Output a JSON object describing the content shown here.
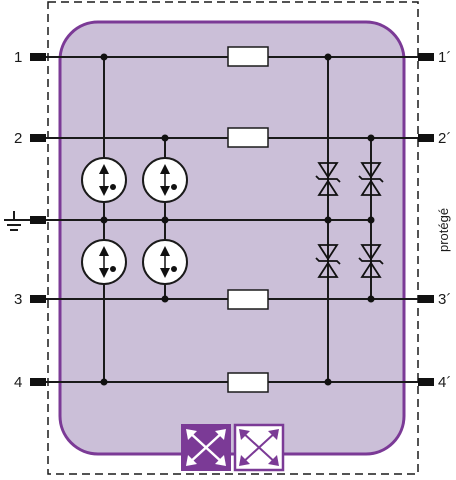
{
  "colors": {
    "module_fill": "#cbbfd8",
    "module_border": "#7b3a96",
    "accent": "#7b3a96",
    "wire": "#1a1a1a",
    "resistor_fill": "#ffffff",
    "gas_tube_fill": "#ffffff"
  },
  "terminals": {
    "left": [
      "1",
      "2",
      "3",
      "4"
    ],
    "right": [
      "1´",
      "2´",
      "3´",
      "4´"
    ]
  },
  "side_label": "protégé",
  "icons": {
    "ground": "ground-icon",
    "gas_discharge_tube": "gas-discharge-tube-icon",
    "tvs_diode": "bidirectional-tvs-diode-icon",
    "resistor": "resistor-icon",
    "status_indicator": "status-indicator-icon"
  }
}
